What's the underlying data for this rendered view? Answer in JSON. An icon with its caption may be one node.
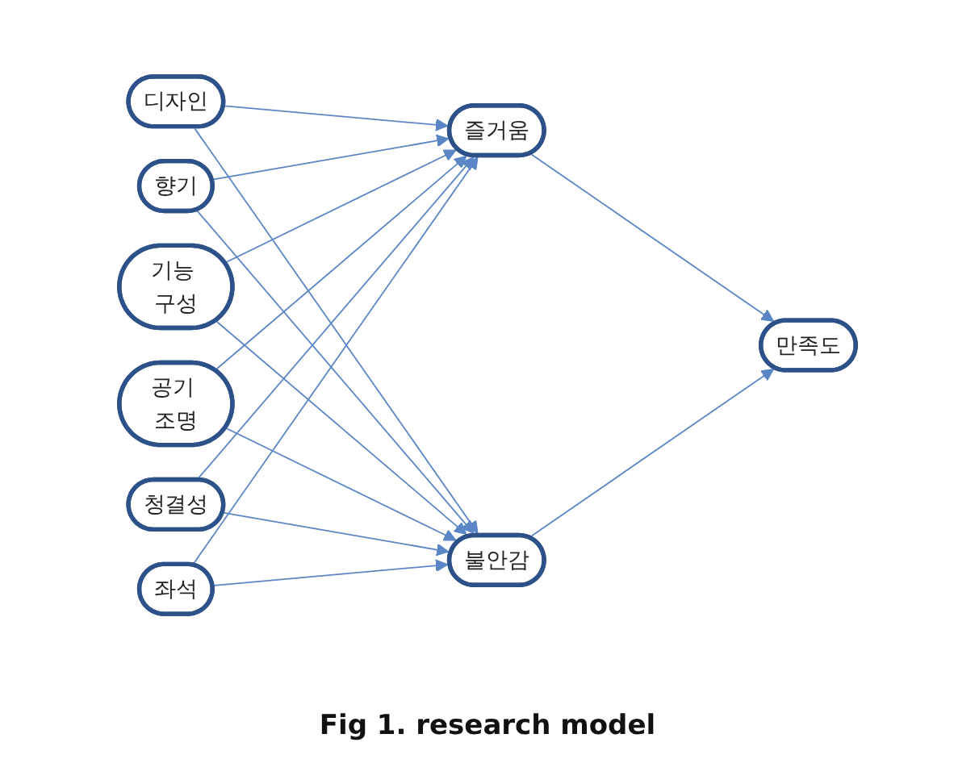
{
  "diagram": {
    "caption": "Fig 1. research model",
    "nodes": [
      {
        "text": [
          "디자인"
        ]
      },
      {
        "text": [
          "향기"
        ]
      },
      {
        "text": [
          "기능 구성"
        ]
      },
      {
        "text": [
          "공기 조명"
        ]
      },
      {
        "text": [
          "청결성"
        ]
      },
      {
        "text": [
          "좌석"
        ]
      },
      {
        "text": [
          "즐거움"
        ]
      },
      {
        "text": [
          "불안감"
        ]
      },
      {
        "text": [
          "만족도"
        ]
      }
    ],
    "edges": [
      {
        "from": 0,
        "to": 6,
        "arrow": "to"
      },
      {
        "from": 0,
        "to": 7,
        "arrow": "to"
      },
      {
        "from": 1,
        "to": 6,
        "arrow": "to"
      },
      {
        "from": 1,
        "to": 7,
        "arrow": "to"
      },
      {
        "from": 2,
        "to": 6,
        "arrow": "to"
      },
      {
        "from": 2,
        "to": 7,
        "arrow": "to"
      },
      {
        "from": 3,
        "to": 6,
        "arrow": "to"
      },
      {
        "from": 3,
        "to": 7,
        "arrow": "to"
      },
      {
        "from": 4,
        "to": 6,
        "arrow": "to"
      },
      {
        "from": 4,
        "to": 7,
        "arrow": "to"
      },
      {
        "from": 5,
        "to": 6,
        "arrow": "to"
      },
      {
        "from": 5,
        "to": 7,
        "arrow": "to"
      },
      {
        "from": 6,
        "to": 8,
        "arrow": "to"
      },
      {
        "from": 7,
        "to": 8,
        "arrow": "to"
      }
    ]
  }
}
